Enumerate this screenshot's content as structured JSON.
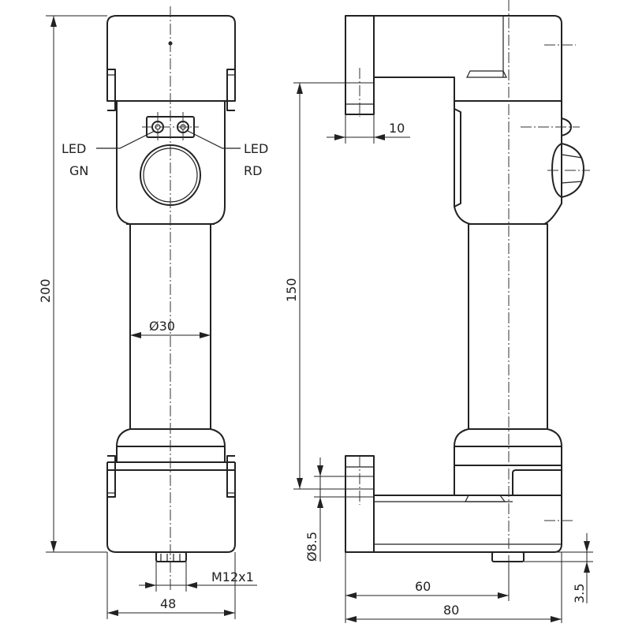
{
  "drawing": {
    "led_green_label": [
      "LED",
      "GN"
    ],
    "led_red_label": [
      "LED",
      "RD"
    ],
    "dim_total_height": "200",
    "dim_mount_distance": "150",
    "dim_jaw_thickness": "10",
    "dim_tube_diameter": "Ø30",
    "dim_body_width": "48",
    "dim_connector": "M12x1",
    "dim_hole_diameter": "Ø8.5",
    "dim_jaw_depth": "60",
    "dim_overall_depth": "80",
    "dim_connector_height": "3.5"
  }
}
